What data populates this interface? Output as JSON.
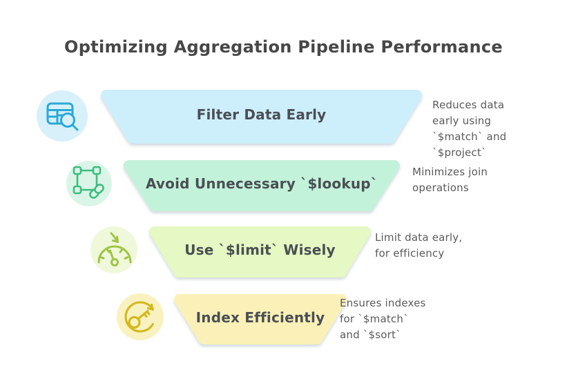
{
  "title": "Optimizing Aggregation Pipeline Performance",
  "title_color": "#474747",
  "background_color": "#ffffff",
  "label_color": "#4a4f54",
  "annotation_color": "#5a5a5a",
  "funnel": {
    "type": "funnel-diagram",
    "stages": [
      {
        "label": "Filter Data Early",
        "annotation": "Reduces data\nearly using\n`$match` and\n`$project`",
        "fill": "#cdeefb",
        "icon": "table-search-icon",
        "icon_bg": "#d7f0fa",
        "icon_color": "#2aa9d6"
      },
      {
        "label": "Avoid Unnecessary `$lookup`",
        "annotation": "Minimizes join\noperations",
        "fill": "#c3f2da",
        "icon": "selection-link-icon",
        "icon_bg": "#daf5e7",
        "icon_color": "#3cbd80"
      },
      {
        "label": "Use `$limit` Wisely",
        "annotation": "Limit data early,\nfor efficiency",
        "fill": "#e6f8c3",
        "icon": "speedometer-icon",
        "icon_bg": "#eff8da",
        "icon_color": "#a1c544"
      },
      {
        "label": "Index Efficiently",
        "annotation": "Ensures indexes\nfor `$match`\nand `$sort`",
        "fill": "#fbf1b8",
        "icon": "key-rotation-icon",
        "icon_bg": "#f9f2c0",
        "icon_color": "#d2b920"
      }
    ]
  }
}
